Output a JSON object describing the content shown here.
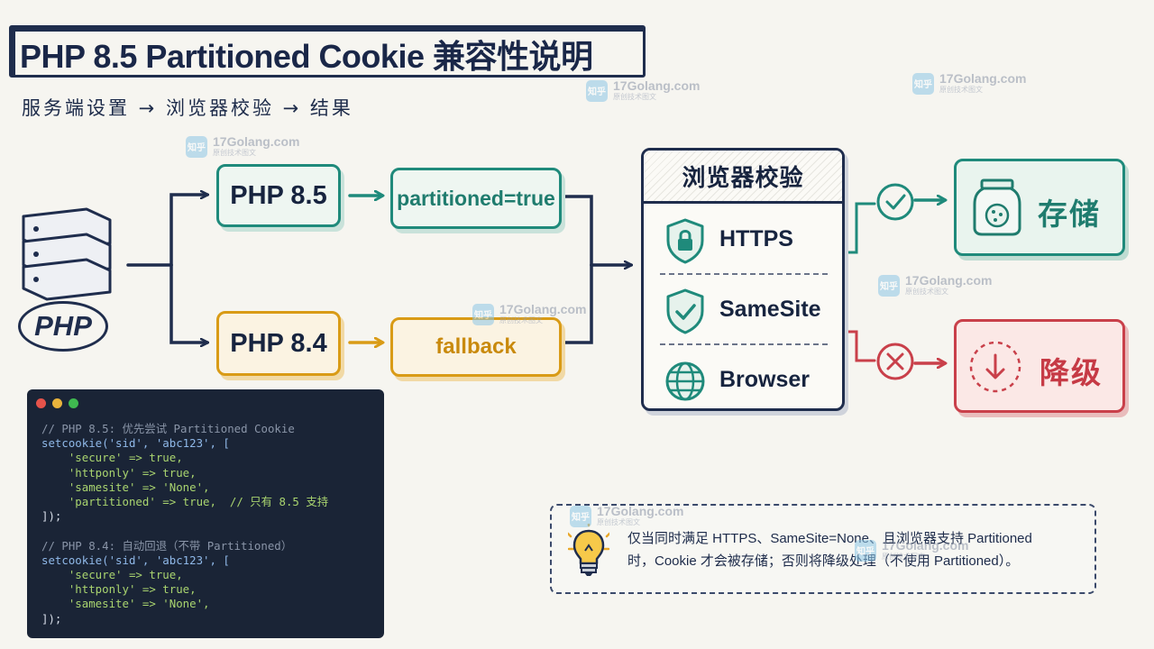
{
  "title": "PHP 8.5 Partitioned Cookie 兼容性说明",
  "subtitle": "服务端设置 → 浏览器校验 → 结果",
  "server": {
    "logo_text": "PHP",
    "icon": "server-icon"
  },
  "branches": {
    "php85": {
      "label": "PHP 8.5",
      "result": "partitioned=true",
      "color": "#1f8a7b"
    },
    "php84": {
      "label": "PHP 8.4",
      "result": "fallback",
      "color": "#d99b16"
    }
  },
  "browser_check": {
    "title": "浏览器校验",
    "items": [
      {
        "label": "HTTPS",
        "icon": "lock-shield-icon"
      },
      {
        "label": "SameSite",
        "icon": "check-shield-icon"
      },
      {
        "label": "Browser",
        "icon": "globe-icon"
      }
    ]
  },
  "outcomes": {
    "success": {
      "label": "存储",
      "icon": "cookie-jar-icon",
      "status_icon": "check-circle-icon",
      "color": "#1f8a7b"
    },
    "failure": {
      "label": "降级",
      "icon": "download-arrow-icon",
      "status_icon": "x-circle-icon",
      "color": "#c9404a"
    }
  },
  "code": {
    "lines": [
      "// PHP 8.5: 优先尝试 Partitioned Cookie",
      "setcookie('sid', 'abc123', [",
      "    'secure' => true,",
      "    'httponly' => true,",
      "    'samesite' => 'None',",
      "    'partitioned' => true,  // 只有 8.5 支持",
      "]);",
      "",
      "// PHP 8.4: 自动回退（不带 Partitioned）",
      "setcookie('sid', 'abc123', [",
      "    'secure' => true,",
      "    'httponly' => true,",
      "    'samesite' => 'None',",
      "]);"
    ],
    "window_dots": [
      "#e5534b",
      "#e9b33c",
      "#3fb950"
    ]
  },
  "note": {
    "line1": "仅当同时满足 HTTPS、SameSite=None、且浏览器支持 Partitioned",
    "line2": "时，Cookie 才会被存储；否则将降级处理（不使用 Partitioned）。",
    "icon": "lightbulb-icon"
  },
  "watermark": {
    "brand": "17Golang.com",
    "tagline": "原创技术图文",
    "badge": "知乎"
  }
}
